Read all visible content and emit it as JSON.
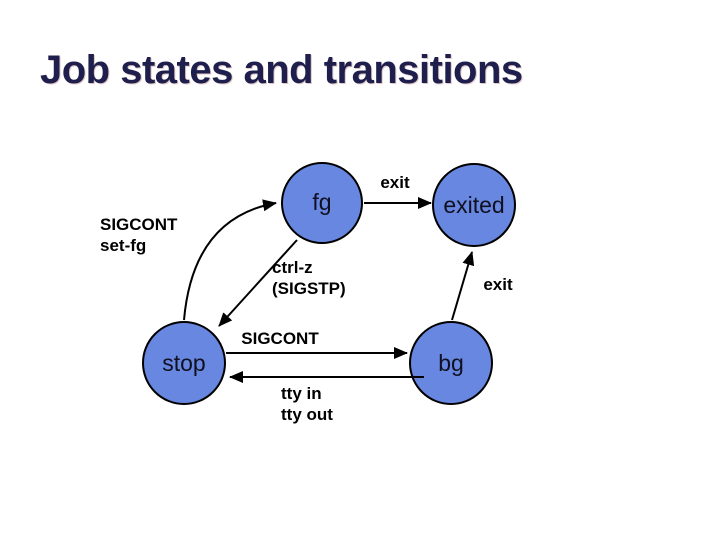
{
  "slide": {
    "title": "Job states and transitions"
  },
  "colors": {
    "title_text": "#1F1F4E",
    "state_fill": "#6787E0",
    "state_border": "#000000",
    "label_text": "#000000",
    "background": "#FFFFFF"
  },
  "diagram": {
    "states": {
      "fg": "fg",
      "exited": "exited",
      "stop": "stop",
      "bg": "bg"
    },
    "edge_labels": {
      "fg_to_exited": "exit",
      "bg_to_exited": "exit",
      "stop_to_bg": "SIGCONT",
      "stop_to_fg": {
        "line1": "SIGCONT",
        "line2": "set-fg"
      },
      "fg_to_stop": {
        "line1": "ctrl-z",
        "line2": "(SIGSTP)"
      },
      "bg_to_stop": {
        "line1": "tty in",
        "line2": "tty out"
      }
    }
  }
}
